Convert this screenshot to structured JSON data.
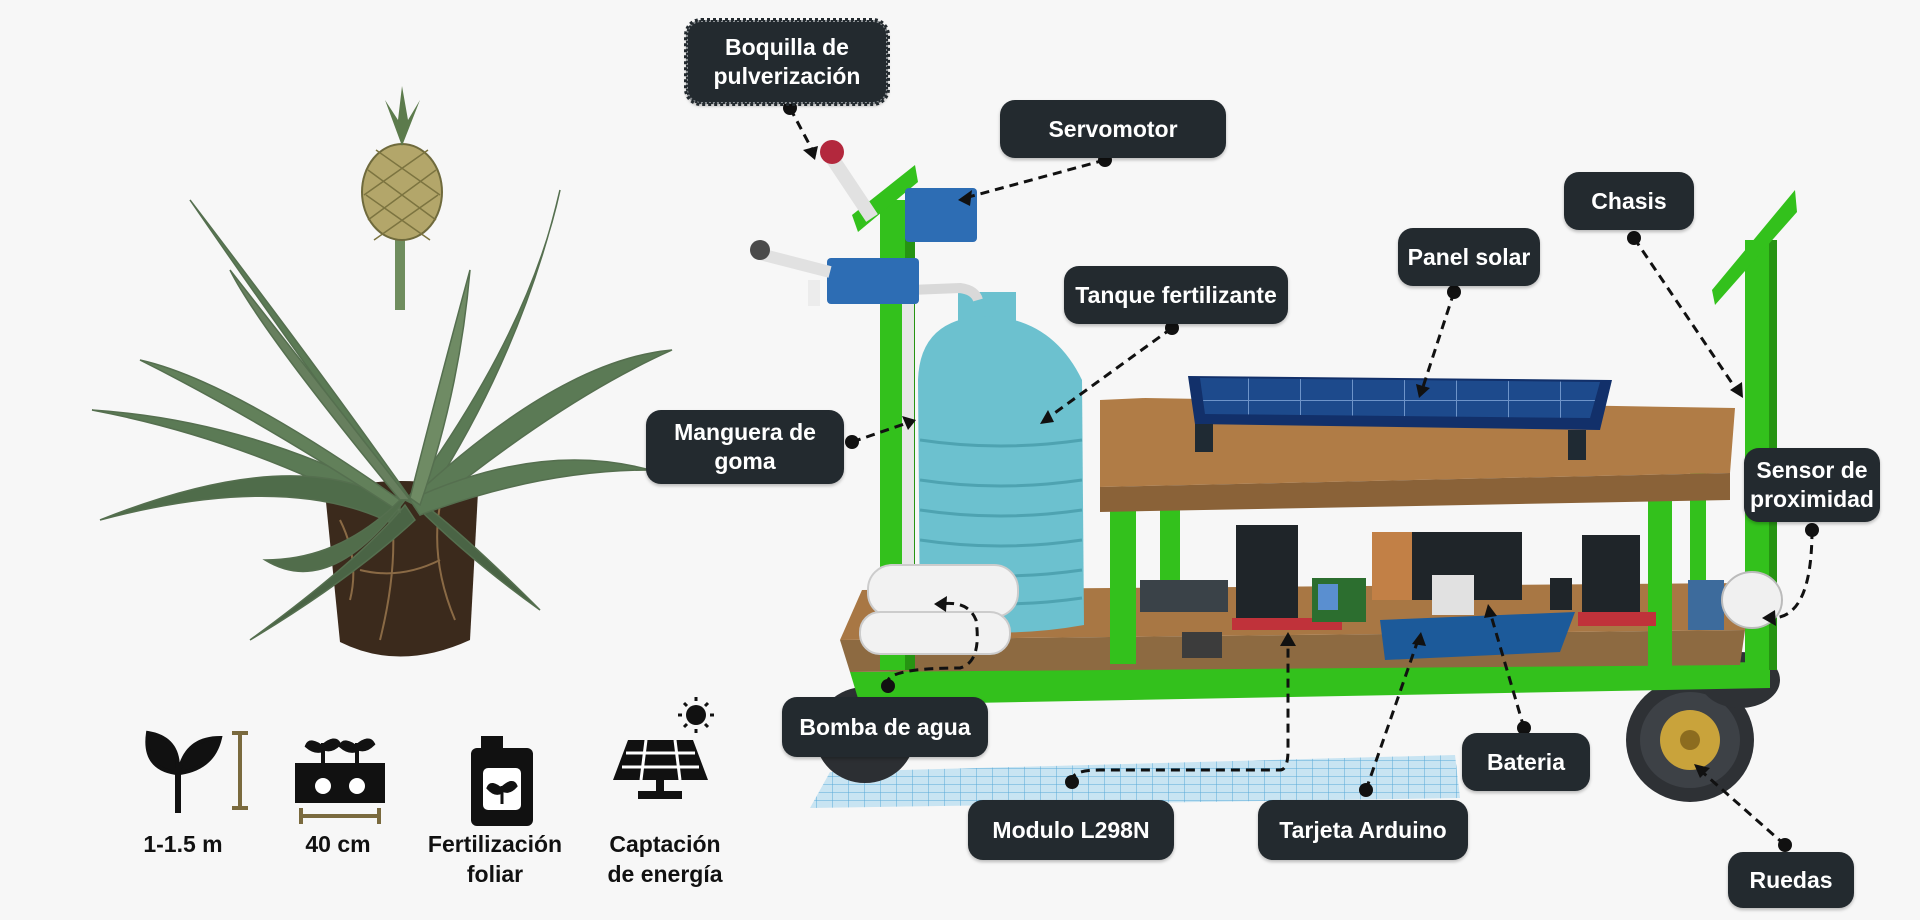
{
  "callouts": {
    "boquilla": "Boquilla de\npulverización",
    "servomotor": "Servomotor",
    "tanque": "Tanque fertilizante",
    "manguera": "Manguera de\ngoma",
    "bomba": "Bomba de agua",
    "modulo": "Modulo L298N",
    "arduino": "Tarjeta Arduino",
    "bateria": "Bateria",
    "panel": "Panel solar",
    "chasis": "Chasis",
    "sensor": "Sensor de\nproximidad",
    "ruedas": "Ruedas"
  },
  "features": [
    {
      "label": "1-1.5 m",
      "icon": "plant-height-icon"
    },
    {
      "label": "40 cm",
      "icon": "plant-spacing-icon"
    },
    {
      "label": "Fertilización\nfoliar",
      "icon": "fertilizer-can-icon"
    },
    {
      "label": "Captación\nde energía",
      "icon": "solar-panel-icon"
    }
  ],
  "colors": {
    "callout_bg": "#232a2f",
    "chassis_green": "#33c11c",
    "platform_brown": "#a87744",
    "tank_cyan": "#6cc1cf",
    "solar_blue": "#1b3f7a",
    "servo_blue": "#2d6db4",
    "grid_blue": "#5aa7d8",
    "leaf_green": "#4e6b4a"
  }
}
